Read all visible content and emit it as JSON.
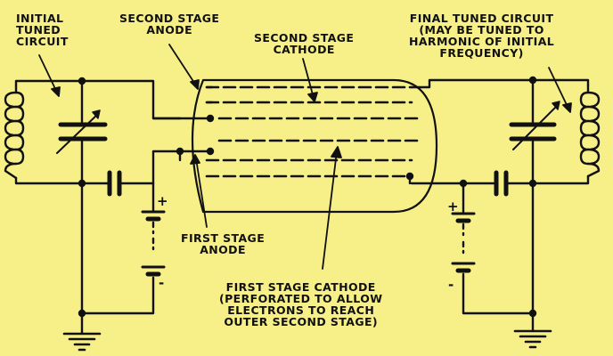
{
  "labels": {
    "initial_tuned_circuit": "INITIAL\nTUNED\nCIRCUIT",
    "second_stage_anode": "SECOND STAGE\nANODE",
    "second_stage_cathode": "SECOND STAGE\nCATHODE",
    "final_tuned_circuit": "FINAL TUNED CIRCUIT\n(MAY BE TUNED TO\nHARMONIC OF INITIAL\nFREQUENCY)",
    "first_stage_anode": "FIRST STAGE\nANODE",
    "first_stage_cathode": "FIRST STAGE CATHODE\n(PERFORATED TO ALLOW\nELECTRONS TO REACH\nOUTER SECOND STAGE)",
    "left_battery_plus": "+",
    "left_battery_minus": "-",
    "right_battery_plus": "+",
    "right_battery_minus": "-"
  },
  "colors": {
    "background": "#f7f089",
    "ink": "#111111"
  }
}
